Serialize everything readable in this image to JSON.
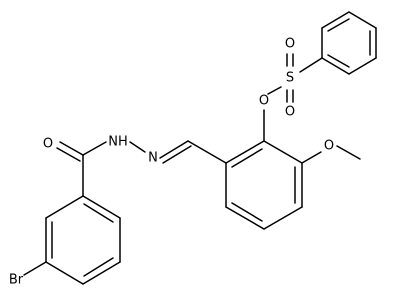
{
  "atoms": {
    "o_carbonyl": "O",
    "nh": "NH",
    "n_imine": "N",
    "br": "Br",
    "o_ester": "O",
    "s": "S",
    "o_sulfonyl_top": "O",
    "o_sulfonyl_bottom": "O",
    "o_methoxy": "O"
  }
}
